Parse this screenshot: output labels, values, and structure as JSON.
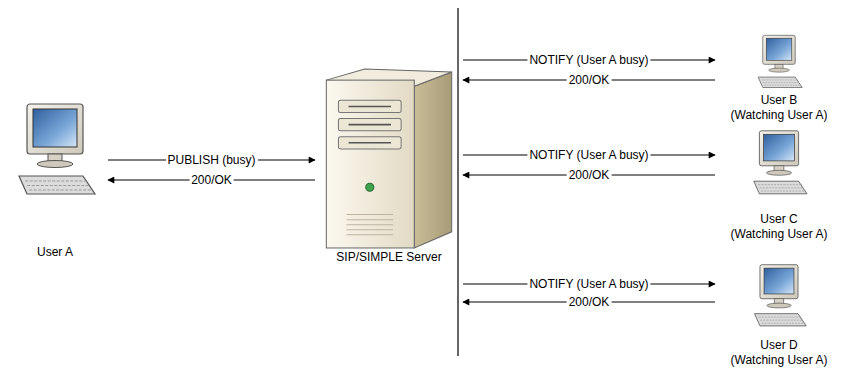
{
  "diagram": {
    "nodes": [
      {
        "text": [
          "User A"
        ]
      },
      {
        "text": [
          "SIP/SIMPLE Server"
        ]
      },
      {
        "text": [
          "User B",
          "(Watching User A)"
        ]
      },
      {
        "text": [
          "User C",
          "(Watching User A)"
        ]
      },
      {
        "text": [
          "User D",
          "(Watching User A)"
        ]
      }
    ],
    "edges": [
      {
        "from": 0,
        "to": 1,
        "label": "PUBLISH (busy)",
        "arrow": "to"
      },
      {
        "from": 1,
        "to": 0,
        "label": "200/OK",
        "arrow": "to"
      },
      {
        "from": 1,
        "to": 2,
        "label": "NOTIFY (User A busy)",
        "arrow": "to"
      },
      {
        "from": 2,
        "to": 1,
        "label": "200/OK",
        "arrow": "to"
      },
      {
        "from": 1,
        "to": 3,
        "label": "NOTIFY (User A busy)",
        "arrow": "to"
      },
      {
        "from": 3,
        "to": 1,
        "label": "200/OK",
        "arrow": "to"
      },
      {
        "from": 1,
        "to": 4,
        "label": "NOTIFY (User A busy)",
        "arrow": "to"
      },
      {
        "from": 4,
        "to": 1,
        "label": "200/OK",
        "arrow": "to"
      }
    ]
  }
}
